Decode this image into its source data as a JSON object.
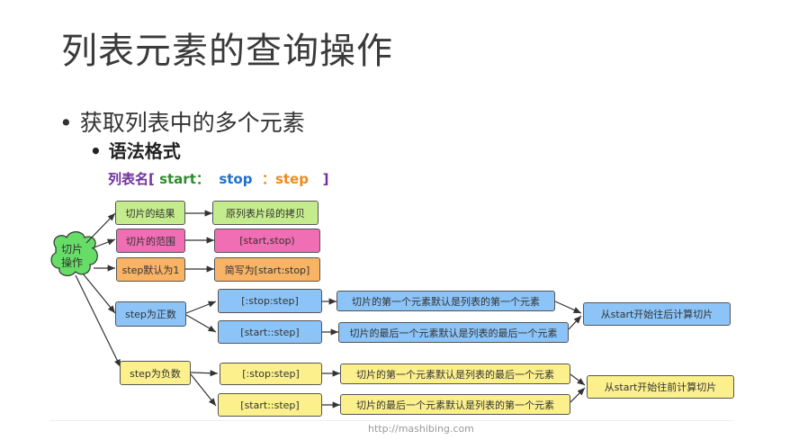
{
  "slide": {
    "title": "列表元素的查询操作",
    "bullet1": "获取列表中的多个元素",
    "bullet2": "语法格式",
    "bullet_dot": "•",
    "syntax": {
      "name": "列表名[ ",
      "start": "start：",
      "sep1": "  ",
      "stop": "stop",
      "sep2": "  ：",
      "step": "step",
      "close": "   ]"
    },
    "footer": "http://mashibing.com"
  },
  "diagram": {
    "root": {
      "line1": "切片",
      "line2": "操作"
    },
    "nodes": {
      "result": "切片的结果",
      "result_detail": "原列表片段的拷贝",
      "range": "切片的范围",
      "range_detail": "[start,stop)",
      "step_default": "step默认为1",
      "step_default_detail": "简写为[start:stop]",
      "step_positive": "step为正数",
      "pos_stop_step": "[:stop:step]",
      "pos_start_step": "[start::step]",
      "pos_first_desc": "切片的第一个元素默认是列表的第一个元素",
      "pos_last_desc": "切片的最后一个元素默认是列表的最后一个元素",
      "pos_summary": "从start开始往后计算切片",
      "step_negative": "step为负数",
      "neg_stop_step": "[:stop:step]",
      "neg_start_step": "[start::step]",
      "neg_first_desc": "切片的第一个元素默认是列表的最后一个元素",
      "neg_last_desc": "切片的最后一个元素默认是列表的第一个元素",
      "neg_summary": "从start开始往前计算切片"
    },
    "colors": {
      "root": "#66dd66",
      "result": "#c5ec8c",
      "range": "#f06eb4",
      "step_default": "#f8b464",
      "positive": "#8cc4f8",
      "negative": "#fcf08c"
    }
  }
}
